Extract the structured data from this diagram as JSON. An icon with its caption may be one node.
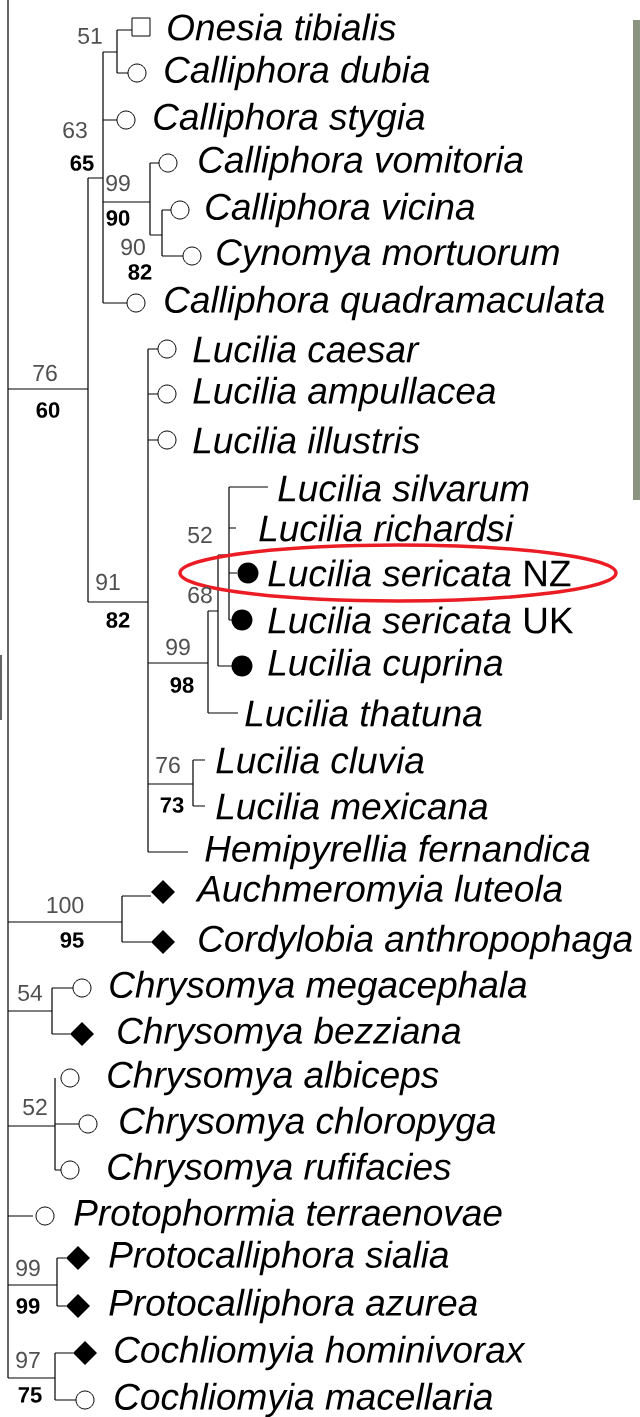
{
  "diagram": {
    "nodes": [
      {
        "text": [
          "*Lucilia sericata* NZ"
        ]
      }
    ],
    "labels": [
      "51",
      "Onesia tibialis",
      "Calliphora dubia",
      "Calliphora stygia",
      "63",
      "65",
      "Calliphora vomitoria",
      "99",
      "Calliphora vicina",
      "90",
      "90",
      "Cynomya mortuorum",
      "82",
      "Calliphora quadramaculata",
      "Lucilia caesar",
      "76",
      "Lucilia ampullacea",
      "60",
      "Lucilia illustris",
      "Lucilia silvarum",
      "Lucilia richardsi",
      "52",
      "91",
      "68",
      "*Lucilia sericata* UK",
      "82",
      "99",
      "Lucilia cuprina",
      "98",
      "Lucilia thatuna",
      "76",
      "Lucilia cluvia",
      "73",
      "Lucilia mexicana",
      "Hemipyrellia fernandica",
      "Auchmeromyia luteola",
      "100",
      "95",
      "Cordylobia anthropophaga",
      "54",
      "Chrysomya megacephala",
      "Chrysomya bezziana",
      "Chrysomya albiceps",
      "52",
      "Chrysomya chloropyga",
      "Chrysomya rufifacies",
      "Protophormia terraenovae",
      "99",
      "Protocalliphora sialia",
      "99",
      "Protocalliphora azurea",
      "97",
      "Cochliomyia hominivorax",
      "75",
      "Cochliomyia macellaria"
    ]
  }
}
